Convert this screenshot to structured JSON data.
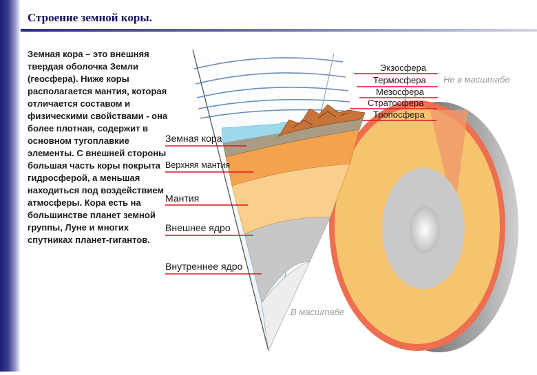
{
  "title": "Строение земной коры.",
  "body_text": "Земная кора – это внешняя твердая оболочка Земли (геосфера). Ниже коры располагается мантия, которая отличается составом и физическими свойствами - она более плотная, содержит в основном тугоплавкие элементы. С внешней стороны большая часть коры покрыта гидросферой, а меньшая находиться под воздействием атмосферы. Кора есть на большинстве планет земной группы, Луне и многих спутниках планет-гигантов.",
  "diagram": {
    "atmosphere_layers": [
      "Экзосфера",
      "Термосфера",
      "Мезосфера",
      "Стратосфера",
      "Тропосфера"
    ],
    "not_to_scale": "Не в масштабе",
    "to_scale": "В масштабе",
    "earth_layers": [
      "Земная кора",
      "Верхняя мантия",
      "Мантия",
      "Внешнее ядро",
      "Внутреннее ядро"
    ]
  },
  "colors": {
    "label_line": "#e0102a",
    "crust": "#a99c83",
    "upper_mantle": "#f4a24e",
    "mantle": "#f8cf8c",
    "outer_core": "#c7c7c7",
    "inner_core": "#ececec",
    "ocean": "#9dd8ec",
    "mountains": "#c8733a"
  }
}
